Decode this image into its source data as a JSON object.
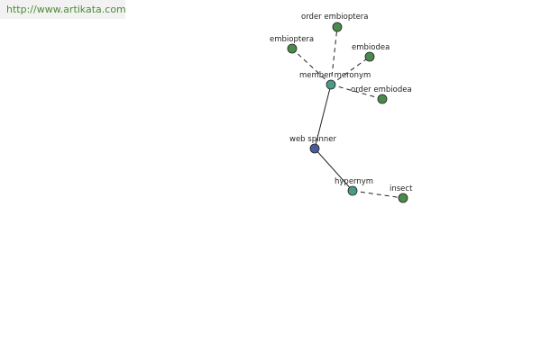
{
  "watermark": "http://www.artikata.com",
  "colors": {
    "root": "#4a5a9a",
    "relation": "#4a9a8a",
    "leaf": "#4a8a4a",
    "watermark_text": "#4f8a36"
  },
  "nodes": [
    {
      "id": "web-spinner",
      "label": "web spinner",
      "kind": "root"
    },
    {
      "id": "member-meronym",
      "label": "member meronym",
      "kind": "relation"
    },
    {
      "id": "hypernym",
      "label": "hypernym",
      "kind": "relation"
    },
    {
      "id": "order-embioptera",
      "label": "order embioptera",
      "kind": "leaf"
    },
    {
      "id": "embioptera",
      "label": "embioptera",
      "kind": "leaf"
    },
    {
      "id": "embiodea",
      "label": "embiodea",
      "kind": "leaf"
    },
    {
      "id": "order-embiodea",
      "label": "order embiodea",
      "kind": "leaf"
    },
    {
      "id": "insect",
      "label": "insect",
      "kind": "leaf"
    }
  ],
  "edges": [
    {
      "from": "web-spinner",
      "to": "member-meronym",
      "style": "solid"
    },
    {
      "from": "web-spinner",
      "to": "hypernym",
      "style": "solid"
    },
    {
      "from": "member-meronym",
      "to": "order-embioptera",
      "style": "dashed"
    },
    {
      "from": "member-meronym",
      "to": "embioptera",
      "style": "dashed"
    },
    {
      "from": "member-meronym",
      "to": "embiodea",
      "style": "dashed"
    },
    {
      "from": "member-meronym",
      "to": "order-embiodea",
      "style": "dashed"
    },
    {
      "from": "hypernym",
      "to": "insect",
      "style": "dashed"
    }
  ]
}
